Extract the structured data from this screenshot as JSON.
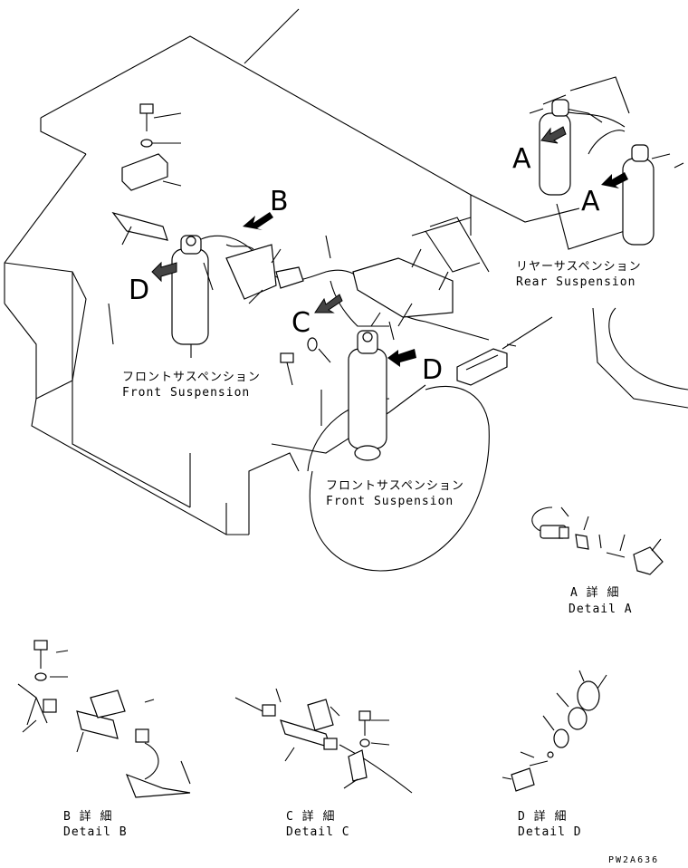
{
  "diagram": {
    "views": {
      "front_left": {
        "ja": "フロントサスペンション",
        "en": "Front Suspension"
      },
      "front_right": {
        "ja": "フロントサスペンション",
        "en": "Front Suspension"
      },
      "rear": {
        "ja": "リヤーサスペンション",
        "en": "Rear Suspension"
      }
    },
    "markers": {
      "b_main": "B",
      "c_main": "C",
      "d_left": "D",
      "d_right": "D",
      "a_rear_1": "A",
      "a_rear_2": "A"
    },
    "details": {
      "a": {
        "ja": "A 詳 細",
        "en": "Detail A"
      },
      "b": {
        "ja": "B 詳 細",
        "en": "Detail B"
      },
      "c": {
        "ja": "C 詳 細",
        "en": "Detail C"
      },
      "d": {
        "ja": "D 詳 細",
        "en": "Detail D"
      }
    },
    "drawing_code": "PW2A636"
  }
}
